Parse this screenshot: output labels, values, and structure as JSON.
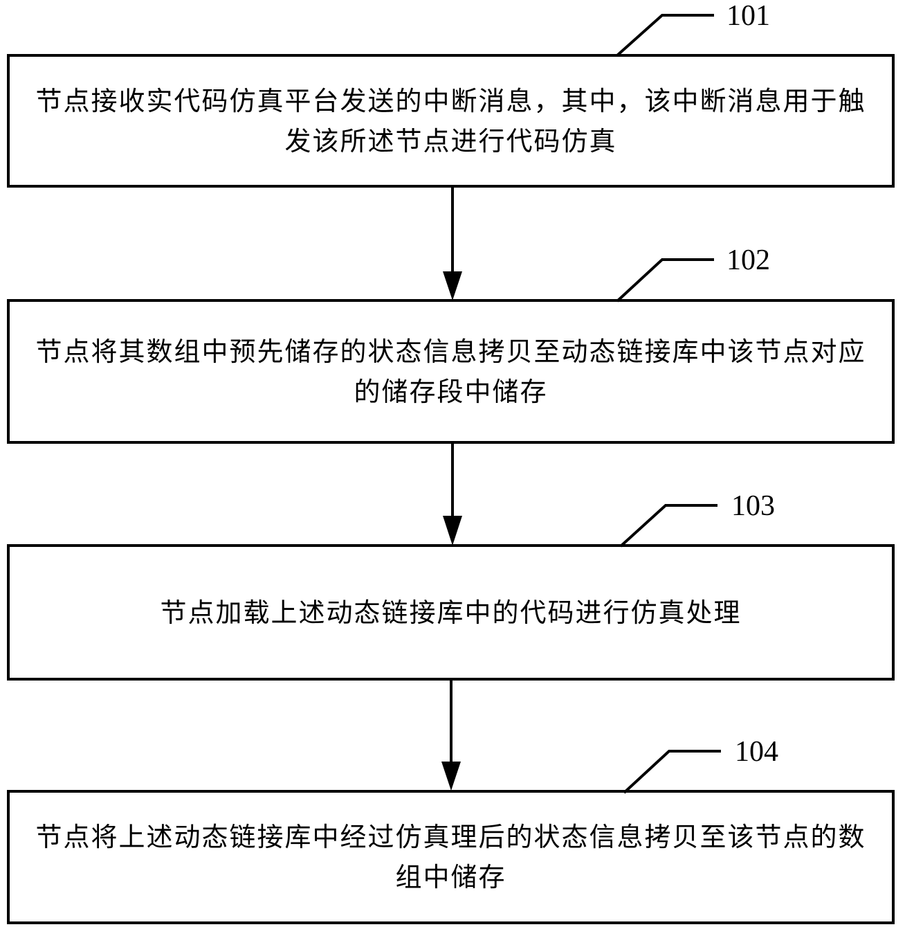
{
  "steps": [
    {
      "id": "101",
      "text": "节点接收实代码仿真平台发送的中断消息，其中，该中断消息用于触发该所述节点进行代码仿真"
    },
    {
      "id": "102",
      "text": "节点将其数组中预先储存的状态信息拷贝至动态链接库中该节点对应的储存段中储存"
    },
    {
      "id": "103",
      "text": "节点加载上述动态链接库中的代码进行仿真处理"
    },
    {
      "id": "104",
      "text": "节点将上述动态链接库中经过仿真理后的状态信息拷贝至该节点的数组中储存"
    }
  ]
}
